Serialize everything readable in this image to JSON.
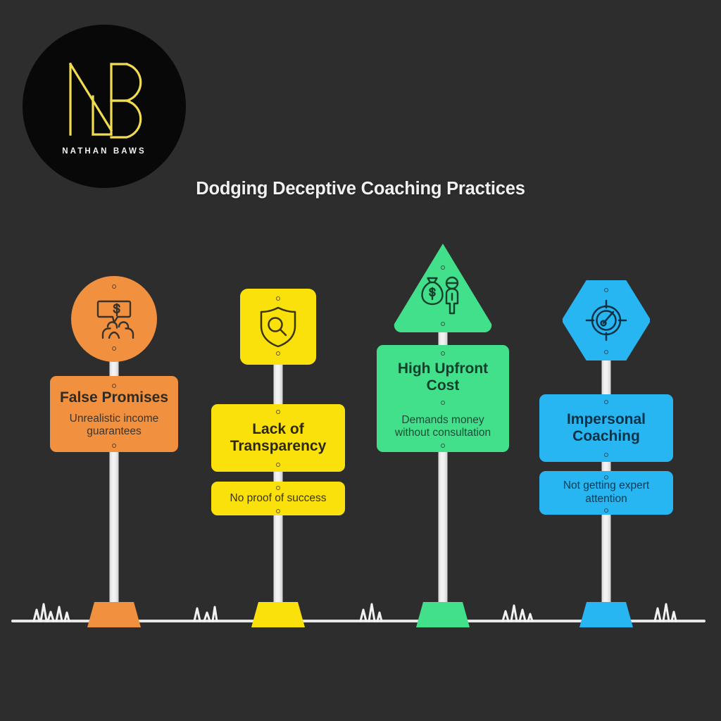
{
  "background_color": "#2d2d2d",
  "logo": {
    "name": "NATHAN BAWS",
    "monogram": "NB",
    "circle_color": "#080808",
    "mark_color": "#f0dc50",
    "text_color": "#f2f2f2"
  },
  "header": {
    "title": "Dodging Deceptive Coaching Practices",
    "title_color": "#f1f1f1"
  },
  "ground": {
    "line_color": "#e6e6e6",
    "grass_color": "#f2f2f2"
  },
  "signs": [
    {
      "id": "false-promises",
      "shape": "circle",
      "color": "#f1913f",
      "icon": "money-speech-bubble-people-icon",
      "title": "False Promises",
      "subtitle": "Unrealistic income guarantees",
      "panel_layout": "combined"
    },
    {
      "id": "lack-of-transparency",
      "shape": "rounded-square",
      "color": "#fbe10c",
      "icon": "shield-magnifier-icon",
      "title": "Lack of Transparency",
      "subtitle": "No proof of success",
      "panel_layout": "split"
    },
    {
      "id": "high-upfront-cost",
      "shape": "triangle",
      "color": "#43e08c",
      "icon": "money-bag-person-icon",
      "title": "High Upfront Cost",
      "subtitle": "Demands money without consultation",
      "panel_layout": "combined"
    },
    {
      "id": "impersonal-coaching",
      "shape": "hexagon",
      "color": "#27b6f1",
      "icon": "target-clock-icon",
      "title": "Impersonal Coaching",
      "subtitle": "Not getting expert attention",
      "panel_layout": "split"
    }
  ]
}
